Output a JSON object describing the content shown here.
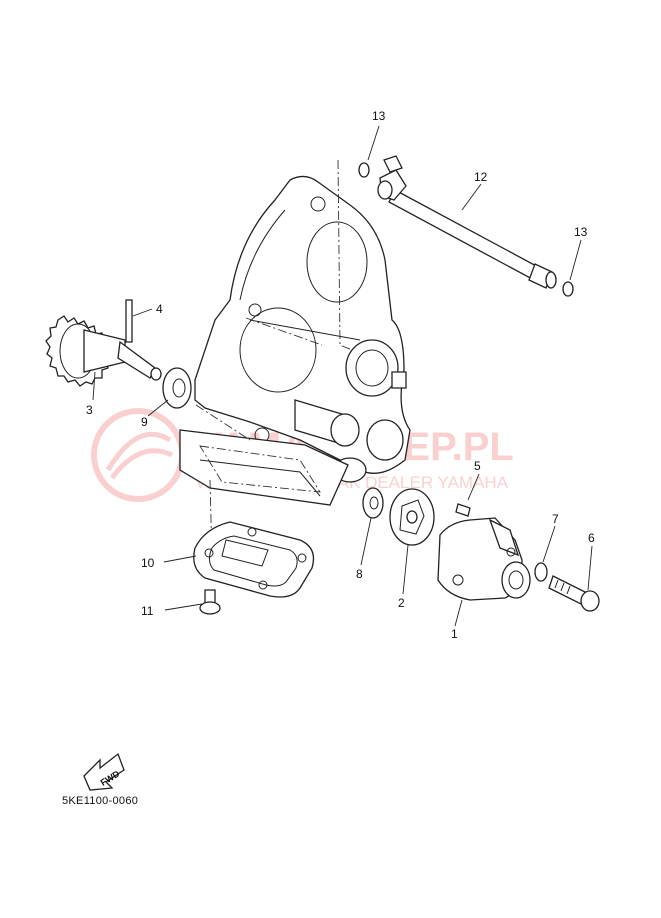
{
  "diagram": {
    "code": "5KE1100-0060",
    "fwd_label": "FWD",
    "callouts": [
      "1",
      "2",
      "3",
      "4",
      "5",
      "6",
      "7",
      "8",
      "9",
      "10",
      "11",
      "12",
      "13",
      "13"
    ]
  },
  "watermark": {
    "brand": "YAMA-SKLEP.PL",
    "tagline": "WOJCIECH PAWLAK DEALER YAMAHA",
    "color": "#e8302a"
  }
}
